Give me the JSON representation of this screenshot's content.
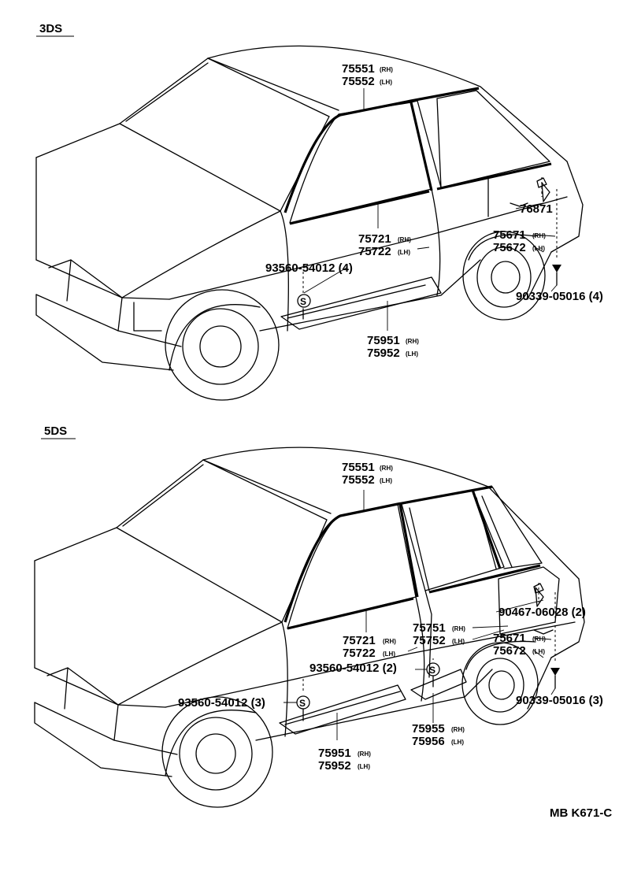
{
  "figure_code": "MB K671-C",
  "panels": [
    {
      "title": "3DS",
      "callouts": [
        {
          "part": "75551",
          "suffix": "(RH)"
        },
        {
          "part": "75552",
          "suffix": "(LH)"
        },
        {
          "part": "76871",
          "suffix": ""
        },
        {
          "part": "75721",
          "suffix": "(RH)"
        },
        {
          "part": "75722",
          "suffix": "(LH)"
        },
        {
          "part": "75671",
          "suffix": "(RH)"
        },
        {
          "part": "75672",
          "suffix": "(LH)"
        },
        {
          "part": "93560-54012 (4)",
          "suffix": ""
        },
        {
          "part": "90339-05016 (4)",
          "suffix": ""
        },
        {
          "part": "75951",
          "suffix": "(RH)"
        },
        {
          "part": "75952",
          "suffix": "(LH)"
        }
      ],
      "sealant_symbols": [
        "S"
      ]
    },
    {
      "title": "5DS",
      "callouts": [
        {
          "part": "75551",
          "suffix": "(RH)"
        },
        {
          "part": "75552",
          "suffix": "(LH)"
        },
        {
          "part": "90467-06028  (2)",
          "suffix": ""
        },
        {
          "part": "75751",
          "suffix": "(RH)"
        },
        {
          "part": "75752",
          "suffix": "(LH)"
        },
        {
          "part": "75721",
          "suffix": "(RH)"
        },
        {
          "part": "75722",
          "suffix": "(LH)"
        },
        {
          "part": "75671",
          "suffix": "(RH)"
        },
        {
          "part": "75672",
          "suffix": "(LH)"
        },
        {
          "part": "93560-54012  (2)",
          "suffix": ""
        },
        {
          "part": "93560-54012  (3)",
          "suffix": ""
        },
        {
          "part": "90339-05016  (3)",
          "suffix": ""
        },
        {
          "part": "75955",
          "suffix": "(RH)"
        },
        {
          "part": "75956",
          "suffix": "(LH)"
        },
        {
          "part": "75951",
          "suffix": "(RH)"
        },
        {
          "part": "75952",
          "suffix": "(LH)"
        }
      ],
      "sealant_symbols": [
        "S",
        "S"
      ]
    }
  ]
}
